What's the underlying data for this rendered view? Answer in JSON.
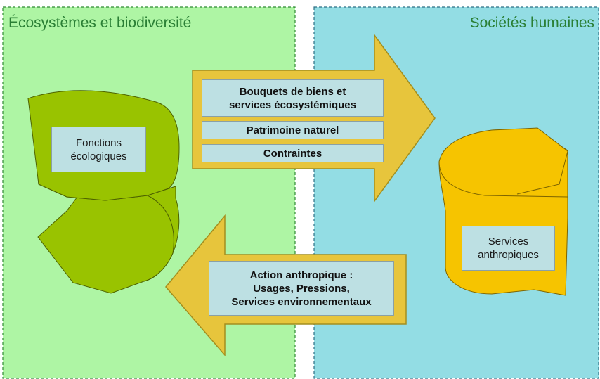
{
  "colors": {
    "panel_left_fill": "#aef5a4",
    "panel_left_border": "#2f8a33",
    "panel_right_fill": "#93dde4",
    "panel_right_border": "#2c6f84",
    "title_text": "#2a7f35",
    "arrow_fill": "#e7c53c",
    "arrow_stroke": "#a38e1e",
    "box_fill": "#bde0e3",
    "shape_left_fill": "#99c300",
    "shape_right_fill": "#f6c400"
  },
  "panels": {
    "left_title": "Écosystèmes et biodiversité",
    "right_title": "Sociétés humaines"
  },
  "nodes": {
    "fonctions": "Fonctions\nécologiques",
    "services": "Services\nanthropiques"
  },
  "arrow_right": {
    "bouquets": "Bouquets de biens et\nservices écosystémiques",
    "patrimoine": "Patrimoine naturel",
    "contraintes": "Contraintes"
  },
  "arrow_left": {
    "action": "Action anthropique :\nUsages, Pressions,\nServices environnementaux"
  }
}
